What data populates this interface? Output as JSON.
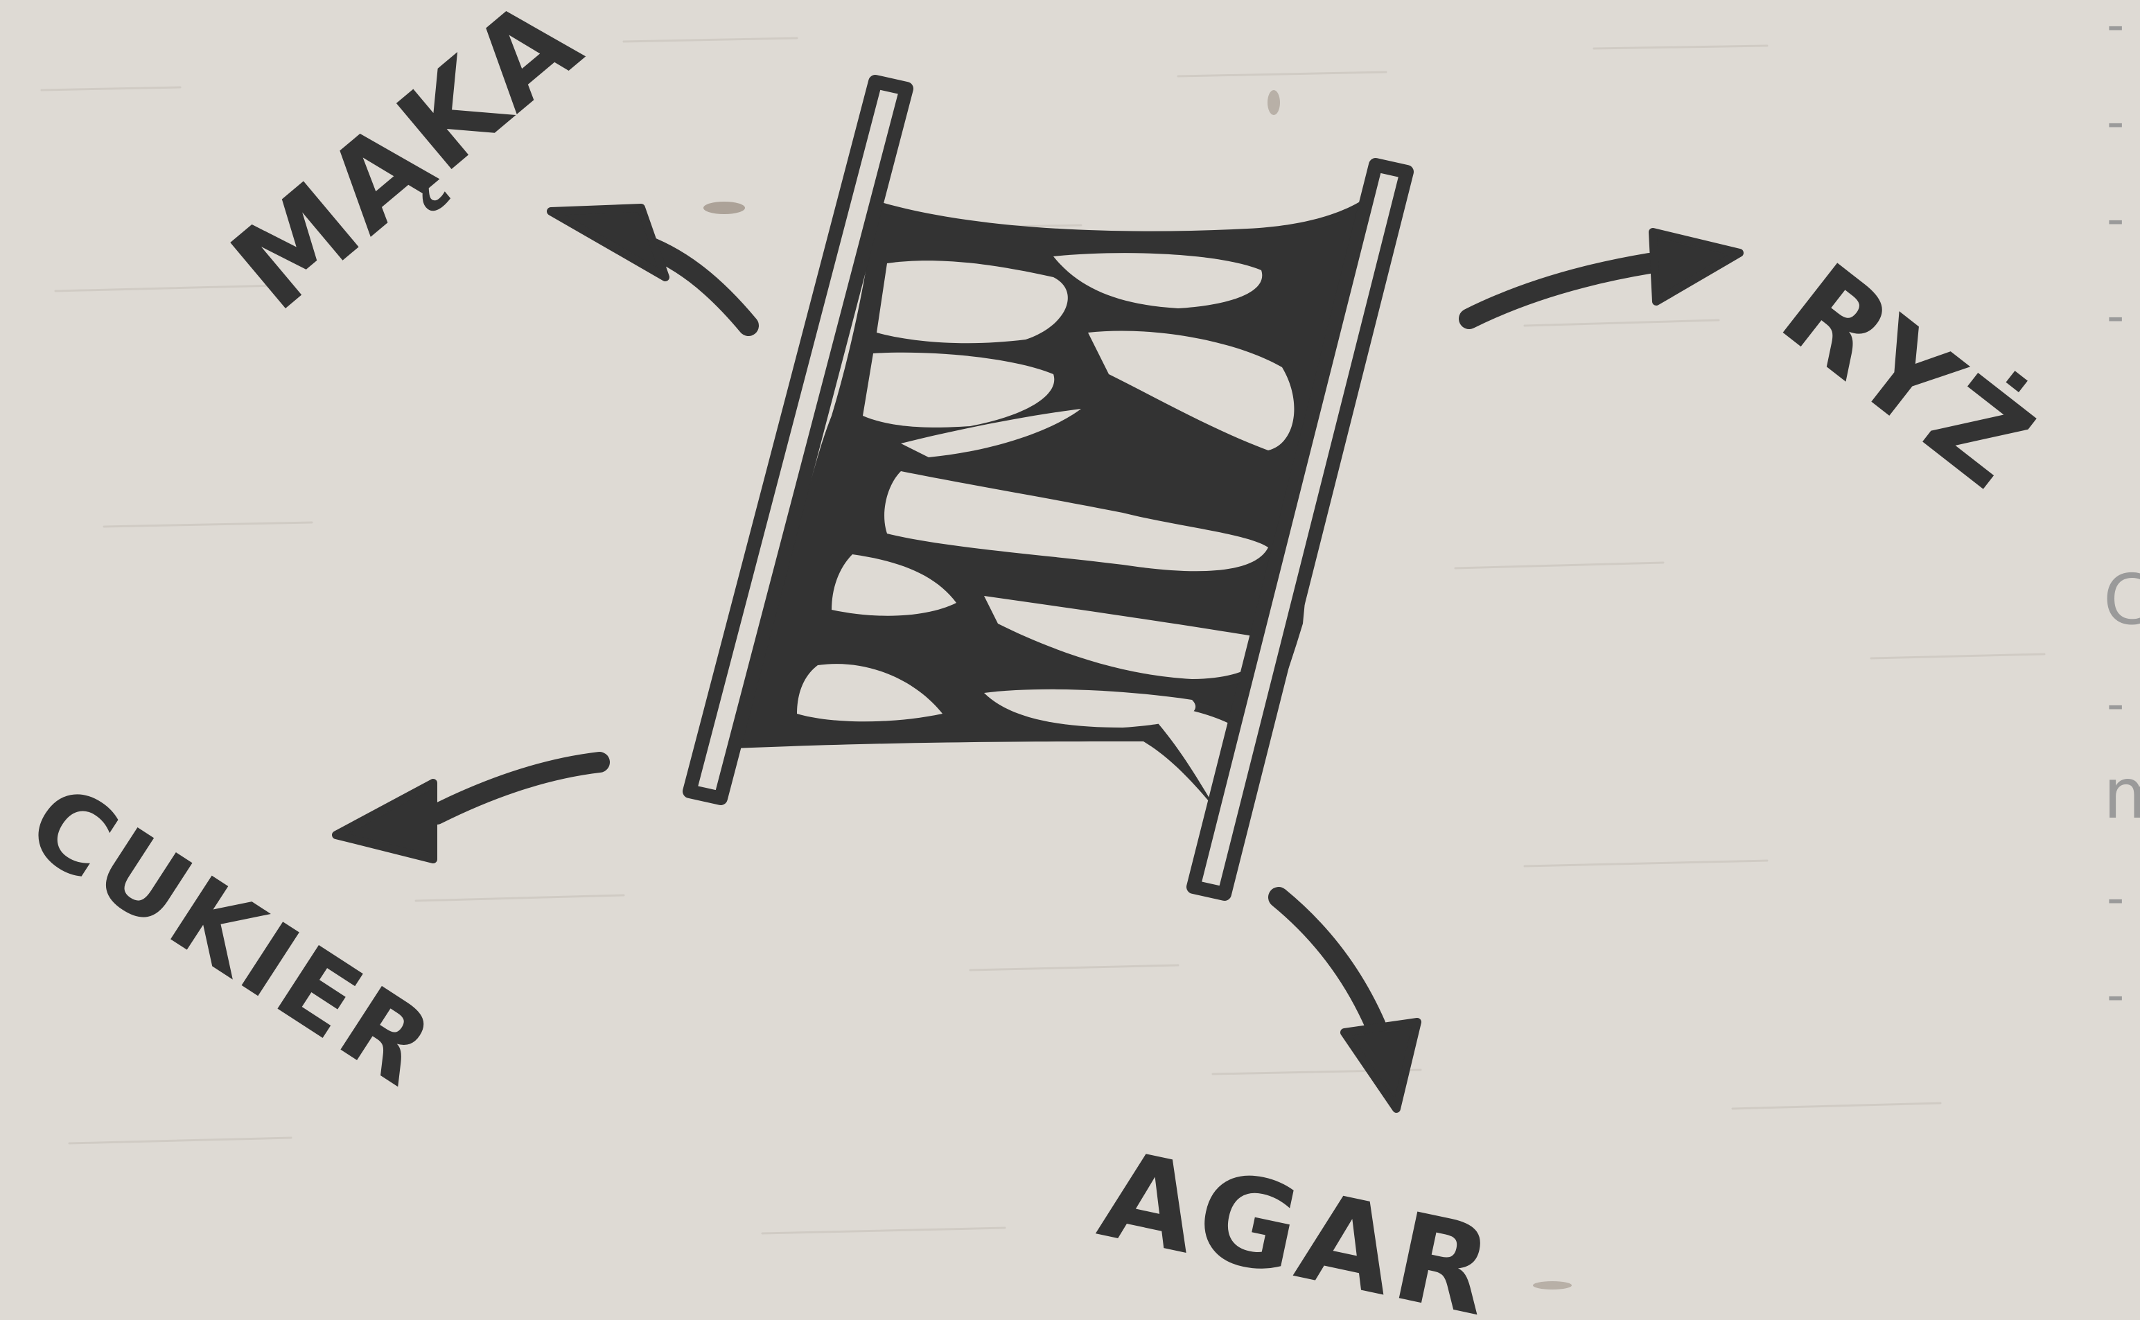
{
  "colors": {
    "background": "#dedad4",
    "ink": "#333333",
    "grain": "#cfcac3",
    "margin_text": "#9a9a9a"
  },
  "icons": {
    "center": "ladder-icon",
    "arrows": "arrow-icon"
  },
  "labels": {
    "maka": "MĄKA",
    "ryz": "RYŻ",
    "cukier": "CUKIER",
    "agar": "AGAR"
  },
  "margin_fragments": {
    "dash_1": "-",
    "dash_2": "-",
    "dash_3": "-",
    "dash_4": "-",
    "letter_c": "C",
    "dash_5": "-",
    "letter_m": "m",
    "dash_6": "-",
    "dash_7": "-"
  }
}
